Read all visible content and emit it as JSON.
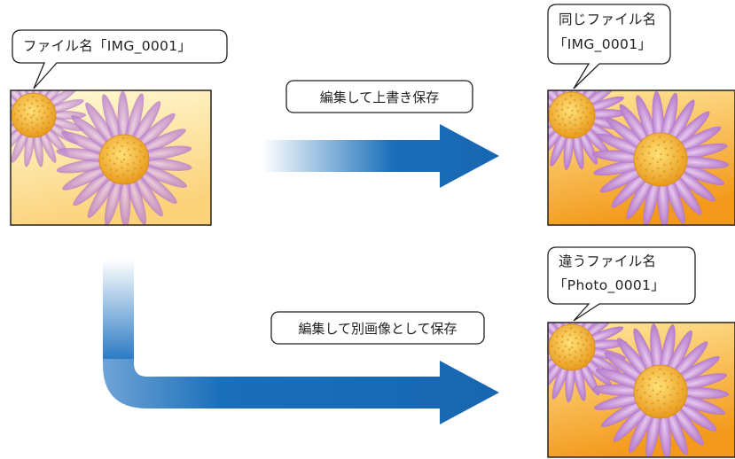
{
  "original_callout": {
    "text": "ファイル名「IMG_0001」"
  },
  "overwrite": {
    "step_label": "編集して上書き保存",
    "callout_line1": "同じファイル名",
    "callout_line2": "「IMG_0001」"
  },
  "save_as_new": {
    "step_label": "編集して別画像として保存",
    "callout_line1": "違うファイル名",
    "callout_line2": "「Photo_0001」"
  },
  "colors": {
    "arrow": "#1a6fba",
    "arrow_fade": "#ffffff",
    "outline": "#222222",
    "petal": "#c98fd8",
    "flower_center": "#f2b63a",
    "photo_bg_light": "#fff3b8",
    "photo_bg_dark": "#f5a624"
  },
  "icons": [
    "daisy-photo",
    "right-arrow",
    "bent-arrow",
    "speech-bubble"
  ]
}
